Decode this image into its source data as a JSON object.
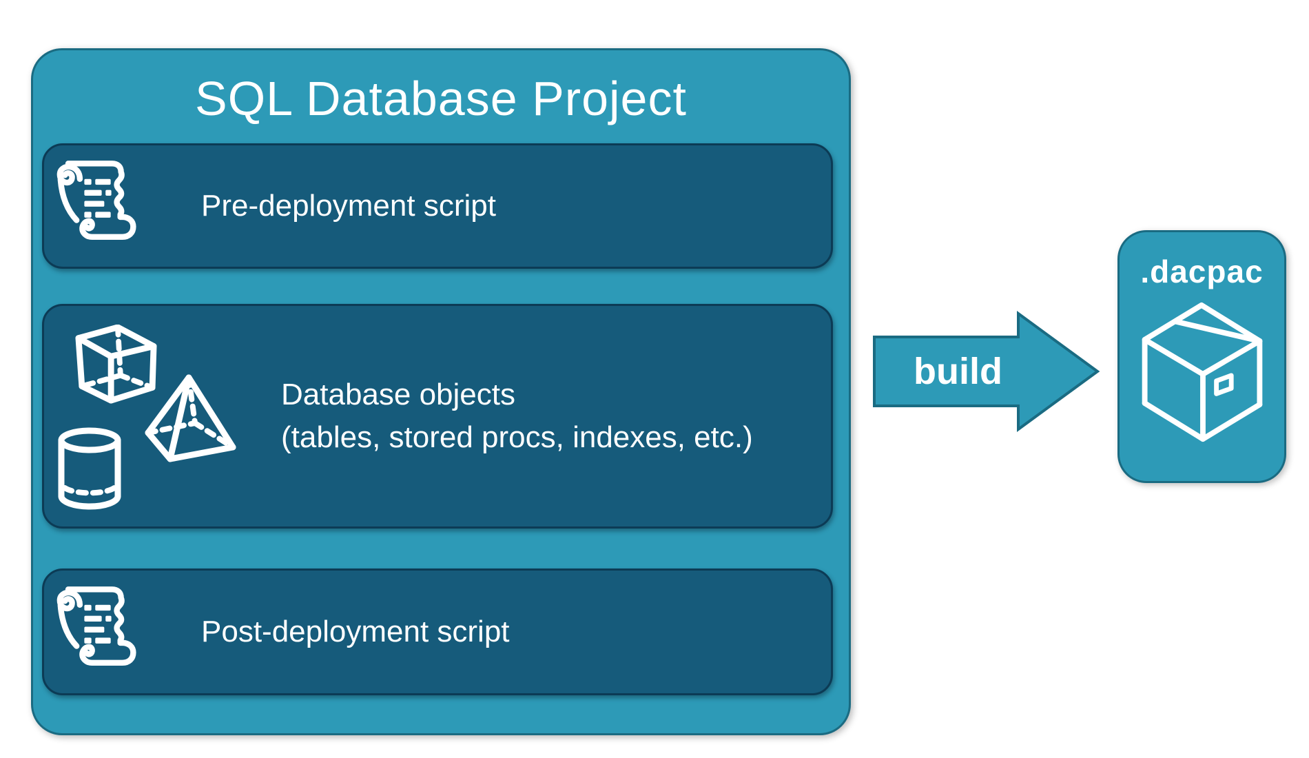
{
  "diagram": {
    "title": "SQL Database Project",
    "items": [
      {
        "label": "Pre-deployment script",
        "icon": "scroll-icon"
      },
      {
        "label_line1": "Database objects",
        "label_line2": "(tables, stored procs, indexes, etc.)",
        "icons": [
          "cube-icon",
          "pyramid-icon",
          "cylinder-icon"
        ]
      },
      {
        "label": "Post-deployment script",
        "icon": "scroll-icon"
      }
    ],
    "arrow_label": "build",
    "output": {
      "label": ".dacpac",
      "icon": "package-icon"
    }
  },
  "colors": {
    "teal": "#2D9AB7",
    "teal_border": "#1A6B82",
    "dark": "#165B7B",
    "dark_border": "#0C3B55",
    "white": "#FFFFFF"
  }
}
